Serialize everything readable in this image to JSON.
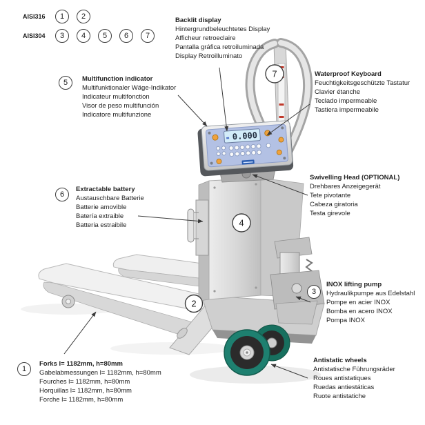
{
  "legend": {
    "rows": [
      {
        "material": "AISI316",
        "markers": [
          "1",
          "2"
        ]
      },
      {
        "material": "AISI304",
        "markers": [
          "3",
          "4",
          "5",
          "6",
          "7"
        ]
      }
    ]
  },
  "labels": {
    "backlit_display": {
      "title": "Backlit display",
      "lines": [
        "Hintergrundbeleuchtetes Display",
        "Afficheur retroeclaire",
        "Pantalla gráfica retroiluminada",
        "Display Retroilluminato"
      ]
    },
    "multifunction_indicator": {
      "number": "5",
      "title": "Multifunction indicator",
      "lines": [
        "Multifunktionaler Wäge-Indikator",
        "Indicateur multifonction",
        "Visor de peso multifunción",
        "Indicatore multifunzione"
      ]
    },
    "waterproof_keyboard": {
      "title": "Waterproof Keyboard",
      "lines": [
        "Feuchtigkeitsgeschützte Tastatur",
        "Clavier étanche",
        "Teclado impermeable",
        "Tastiera impermeabile"
      ]
    },
    "extractable_battery": {
      "number": "6",
      "title": "Extractable battery",
      "lines": [
        "Austauschbare Batterie",
        "Batterie amovible",
        "Batería extraible",
        "Batteria estraibile"
      ]
    },
    "swivelling_head": {
      "title": "Swivelling Head (OPTIONAL)",
      "lines": [
        "Drehbares Anzeigegerät",
        "Tete pivotante",
        "Cabeza giratoria",
        "Testa girevole"
      ]
    },
    "inox_lifting_pump": {
      "number": "3",
      "title": "INOX lifting pump",
      "lines": [
        "Hydraulikpumpe aus Edelstahl",
        "Pompe en acier INOX",
        "Bomba en acero INOX",
        "Pompa INOX"
      ]
    },
    "forks": {
      "number": "1",
      "title": "Forks l= 1182mm, h=80mm",
      "lines": [
        "Gabelabmessungen l= 1182mm, h=80mm",
        "Fourches l= 1182mm, h=80mm",
        "Horquillas l= 1182mm, h=80mm",
        "Forche l= 1182mm, h=80mm"
      ]
    },
    "antistatic_wheels": {
      "title": "Antistatic wheels",
      "lines": [
        "Antistatische Führungsräder",
        "Roues antistatiques",
        "Ruedas antiestáticas",
        "Ruote antistatiche"
      ]
    }
  },
  "diagram": {
    "markers": [
      {
        "number": "2"
      },
      {
        "number": "4"
      },
      {
        "number": "7"
      }
    ],
    "indicator": {
      "display_value": "0.000"
    },
    "colors": {
      "wheel_teal": "#1E8070",
      "panel_blue": "#B3C1E4",
      "lcd_blue": "#D3ECF9",
      "key_orange": "#F0A23C",
      "logo_blue": "#2A5DB0"
    }
  }
}
